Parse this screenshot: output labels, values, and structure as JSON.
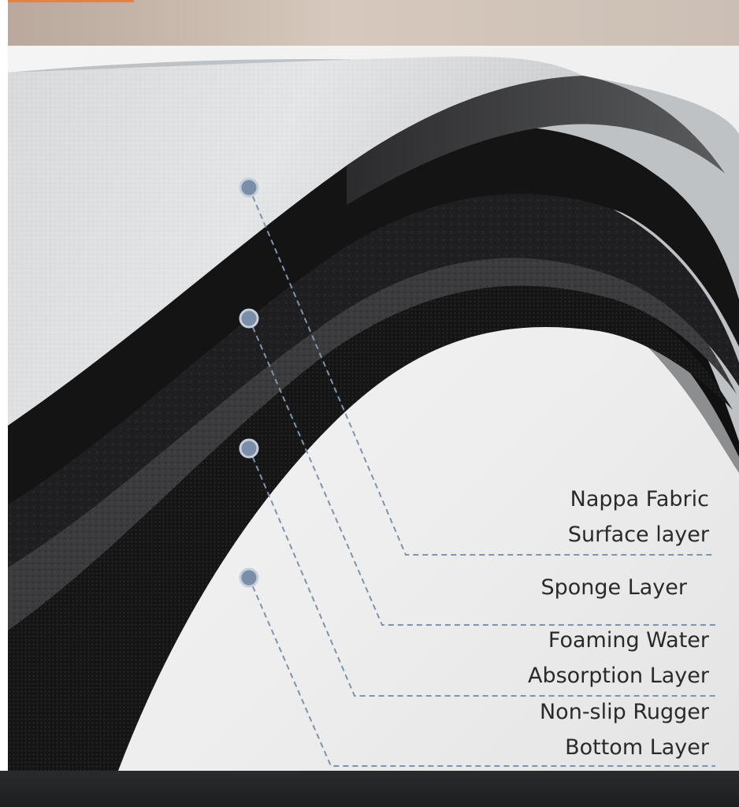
{
  "layers": [
    {
      "id": "nappa",
      "lines": [
        "Nappa Fabric",
        "Surface layer"
      ]
    },
    {
      "id": "sponge",
      "lines": [
        "Sponge Layer"
      ]
    },
    {
      "id": "foaming",
      "lines": [
        "Foaming Water",
        "Absorption Layer"
      ]
    },
    {
      "id": "nonslip",
      "lines": [
        "Non-slip Rugger",
        "Bottom Layer"
      ]
    }
  ],
  "colors": {
    "label_text": "#2a2a2a",
    "dot": "#7b8ea8",
    "leader_line": "#7f93ac",
    "fabric": "#dcdedf",
    "sponge": "#1a1a1c",
    "foam": "#3a3a3c",
    "rubber": "#0f0f10"
  }
}
